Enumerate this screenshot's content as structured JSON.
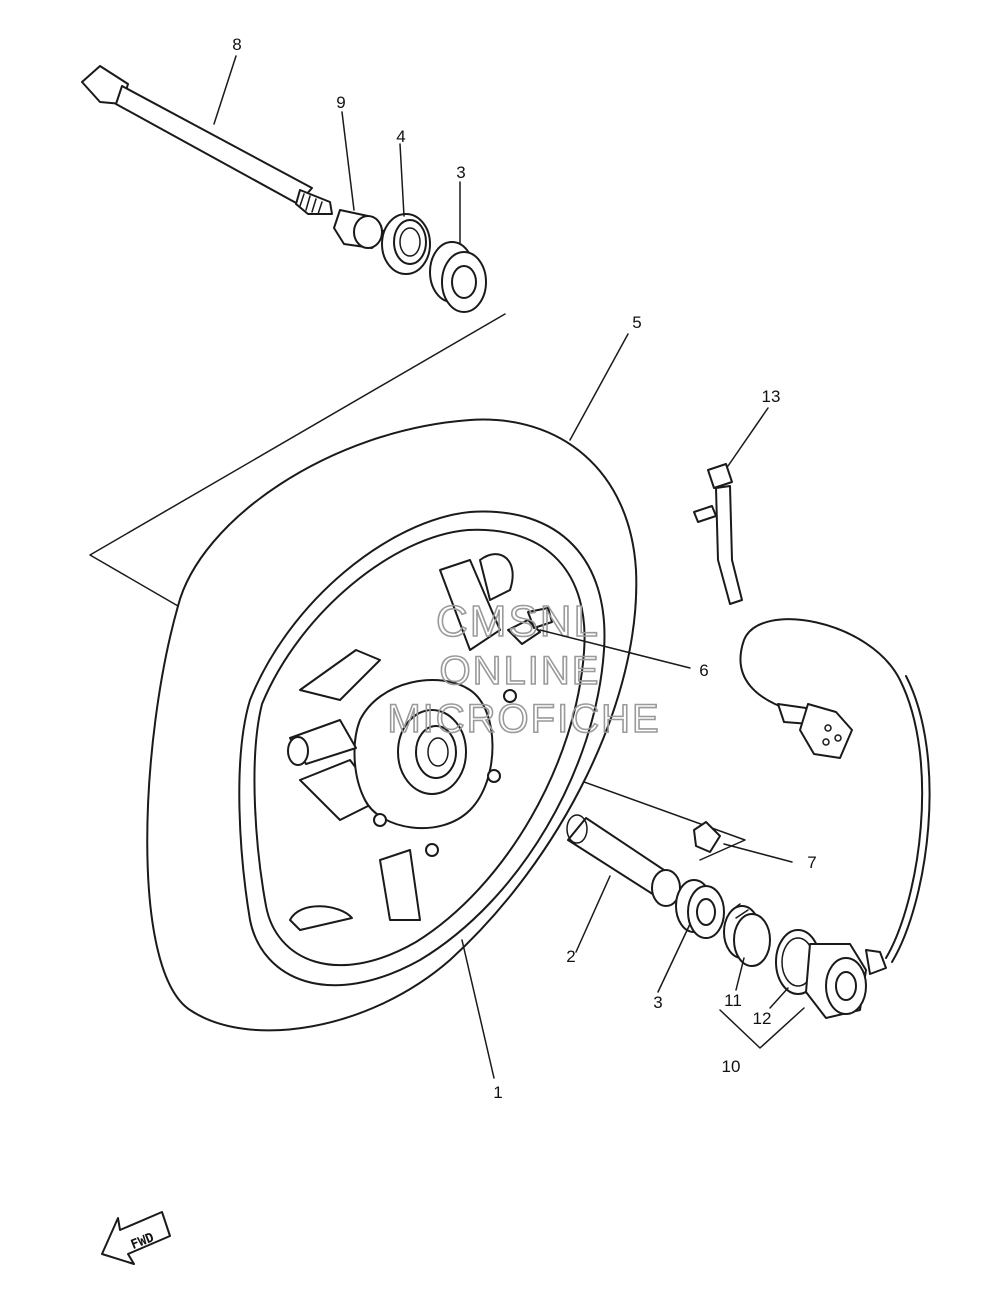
{
  "diagram": {
    "callouts": {
      "c1": "1",
      "c2": "2",
      "c3a": "3",
      "c3b": "3",
      "c4": "4",
      "c5": "5",
      "c6": "6",
      "c7": "7",
      "c8": "8",
      "c9": "9",
      "c10": "10",
      "c11": "11",
      "c12": "12",
      "c13": "13"
    },
    "watermark": {
      "line1": "CMSNL",
      "line2": "ONLINE",
      "line3": "MICROFICHE"
    },
    "direction_label": "FWD"
  }
}
